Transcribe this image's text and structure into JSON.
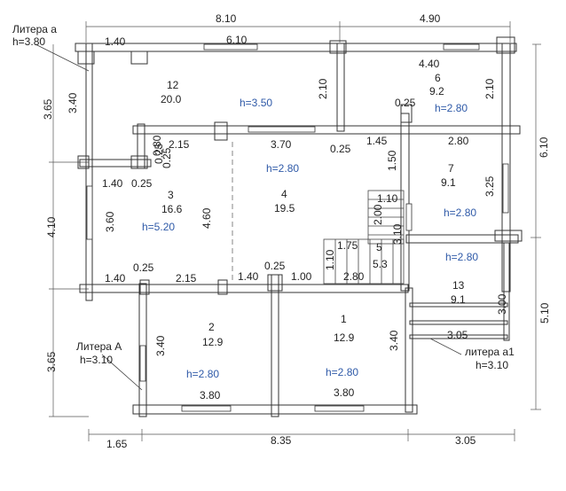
{
  "labels": {
    "litera_a_small": "Литера а",
    "litera_a_small_h": "h=3.80",
    "litera_A": "Литера А",
    "litera_A_h": "h=3.10",
    "litera_a1": "литера а1",
    "litera_a1_h": "h=3.10"
  },
  "dims": {
    "top_810": "8.10",
    "top_490": "4.90",
    "top_140": "1.40",
    "top_610": "6.10",
    "top_440": "4.40",
    "left_365a": "3.65",
    "left_340a": "3.40",
    "left_410": "4.10",
    "left_360": "3.60",
    "left_365b": "3.65",
    "left_340b": "3.40",
    "mid_210a": "2.10",
    "mid_210b": "2.10",
    "r_610": "6.10",
    "r_510": "5.10",
    "r_325": "3.25",
    "r_300": "3.00",
    "r_305": "3.05",
    "b_165": "1.65",
    "b_835": "8.35",
    "b_305": "3.05",
    "d_025a": "0.25",
    "d_080": "0.80",
    "d_025b": "0.25",
    "d_215a": "2.15",
    "d_370": "3.70",
    "d_025c": "0.25",
    "d_145": "1.45",
    "d_280a": "2.80",
    "d_150": "1.50",
    "d_140a": "1.40",
    "d_025d": "0.25",
    "d_460": "4.60",
    "d_110a": "1.10",
    "d_200": "2.00",
    "d_310": "3.10",
    "d_175": "1.75",
    "d_110b": "1.10",
    "d_025e": "0.25",
    "d_140b": "1.40",
    "d_215b": "2.15",
    "d_140c": "1.40",
    "d_025f": "0.25",
    "d_100": "1.00",
    "d_280b": "2.80",
    "d_380a": "3.80",
    "d_380b": "3.80",
    "d_340c": "3.40",
    "d_025g": "0.25"
  },
  "rooms": [
    {
      "num": "12",
      "area": "20.0",
      "h": "h=3.50"
    },
    {
      "num": "6",
      "area": "9.2",
      "h": "h=2.80"
    },
    {
      "num": "3",
      "area": "16.6",
      "h": "h=5.20"
    },
    {
      "num": "4",
      "area": "19.5",
      "h": "h=2.80"
    },
    {
      "num": "7",
      "area": "9.1",
      "h": "h=2.80"
    },
    {
      "num": "5",
      "area": "5.3",
      "h": ""
    },
    {
      "num": "13",
      "area": "9.1",
      "h": "h=2.80"
    },
    {
      "num": "2",
      "area": "12.9",
      "h": "h=2.80"
    },
    {
      "num": "1",
      "area": "12.9",
      "h": "h=2.80"
    }
  ]
}
